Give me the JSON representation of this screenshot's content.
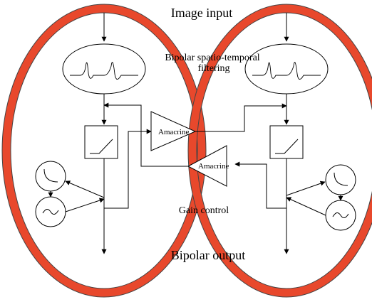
{
  "labels": {
    "image_input": "Image input",
    "bipolar_filter_line1": "Bipolar spatio-temporal",
    "bipolar_filter_line2": "filtering",
    "amacrine_top": "Amacrine",
    "amacrine_bottom": "Amacrine",
    "gain_control": "Gain control",
    "bipolar_output": "Bipolar output"
  },
  "colors": {
    "ellipse_outline": "#e8482c",
    "ellipse_border": "#444444",
    "stroke": "#000000"
  }
}
